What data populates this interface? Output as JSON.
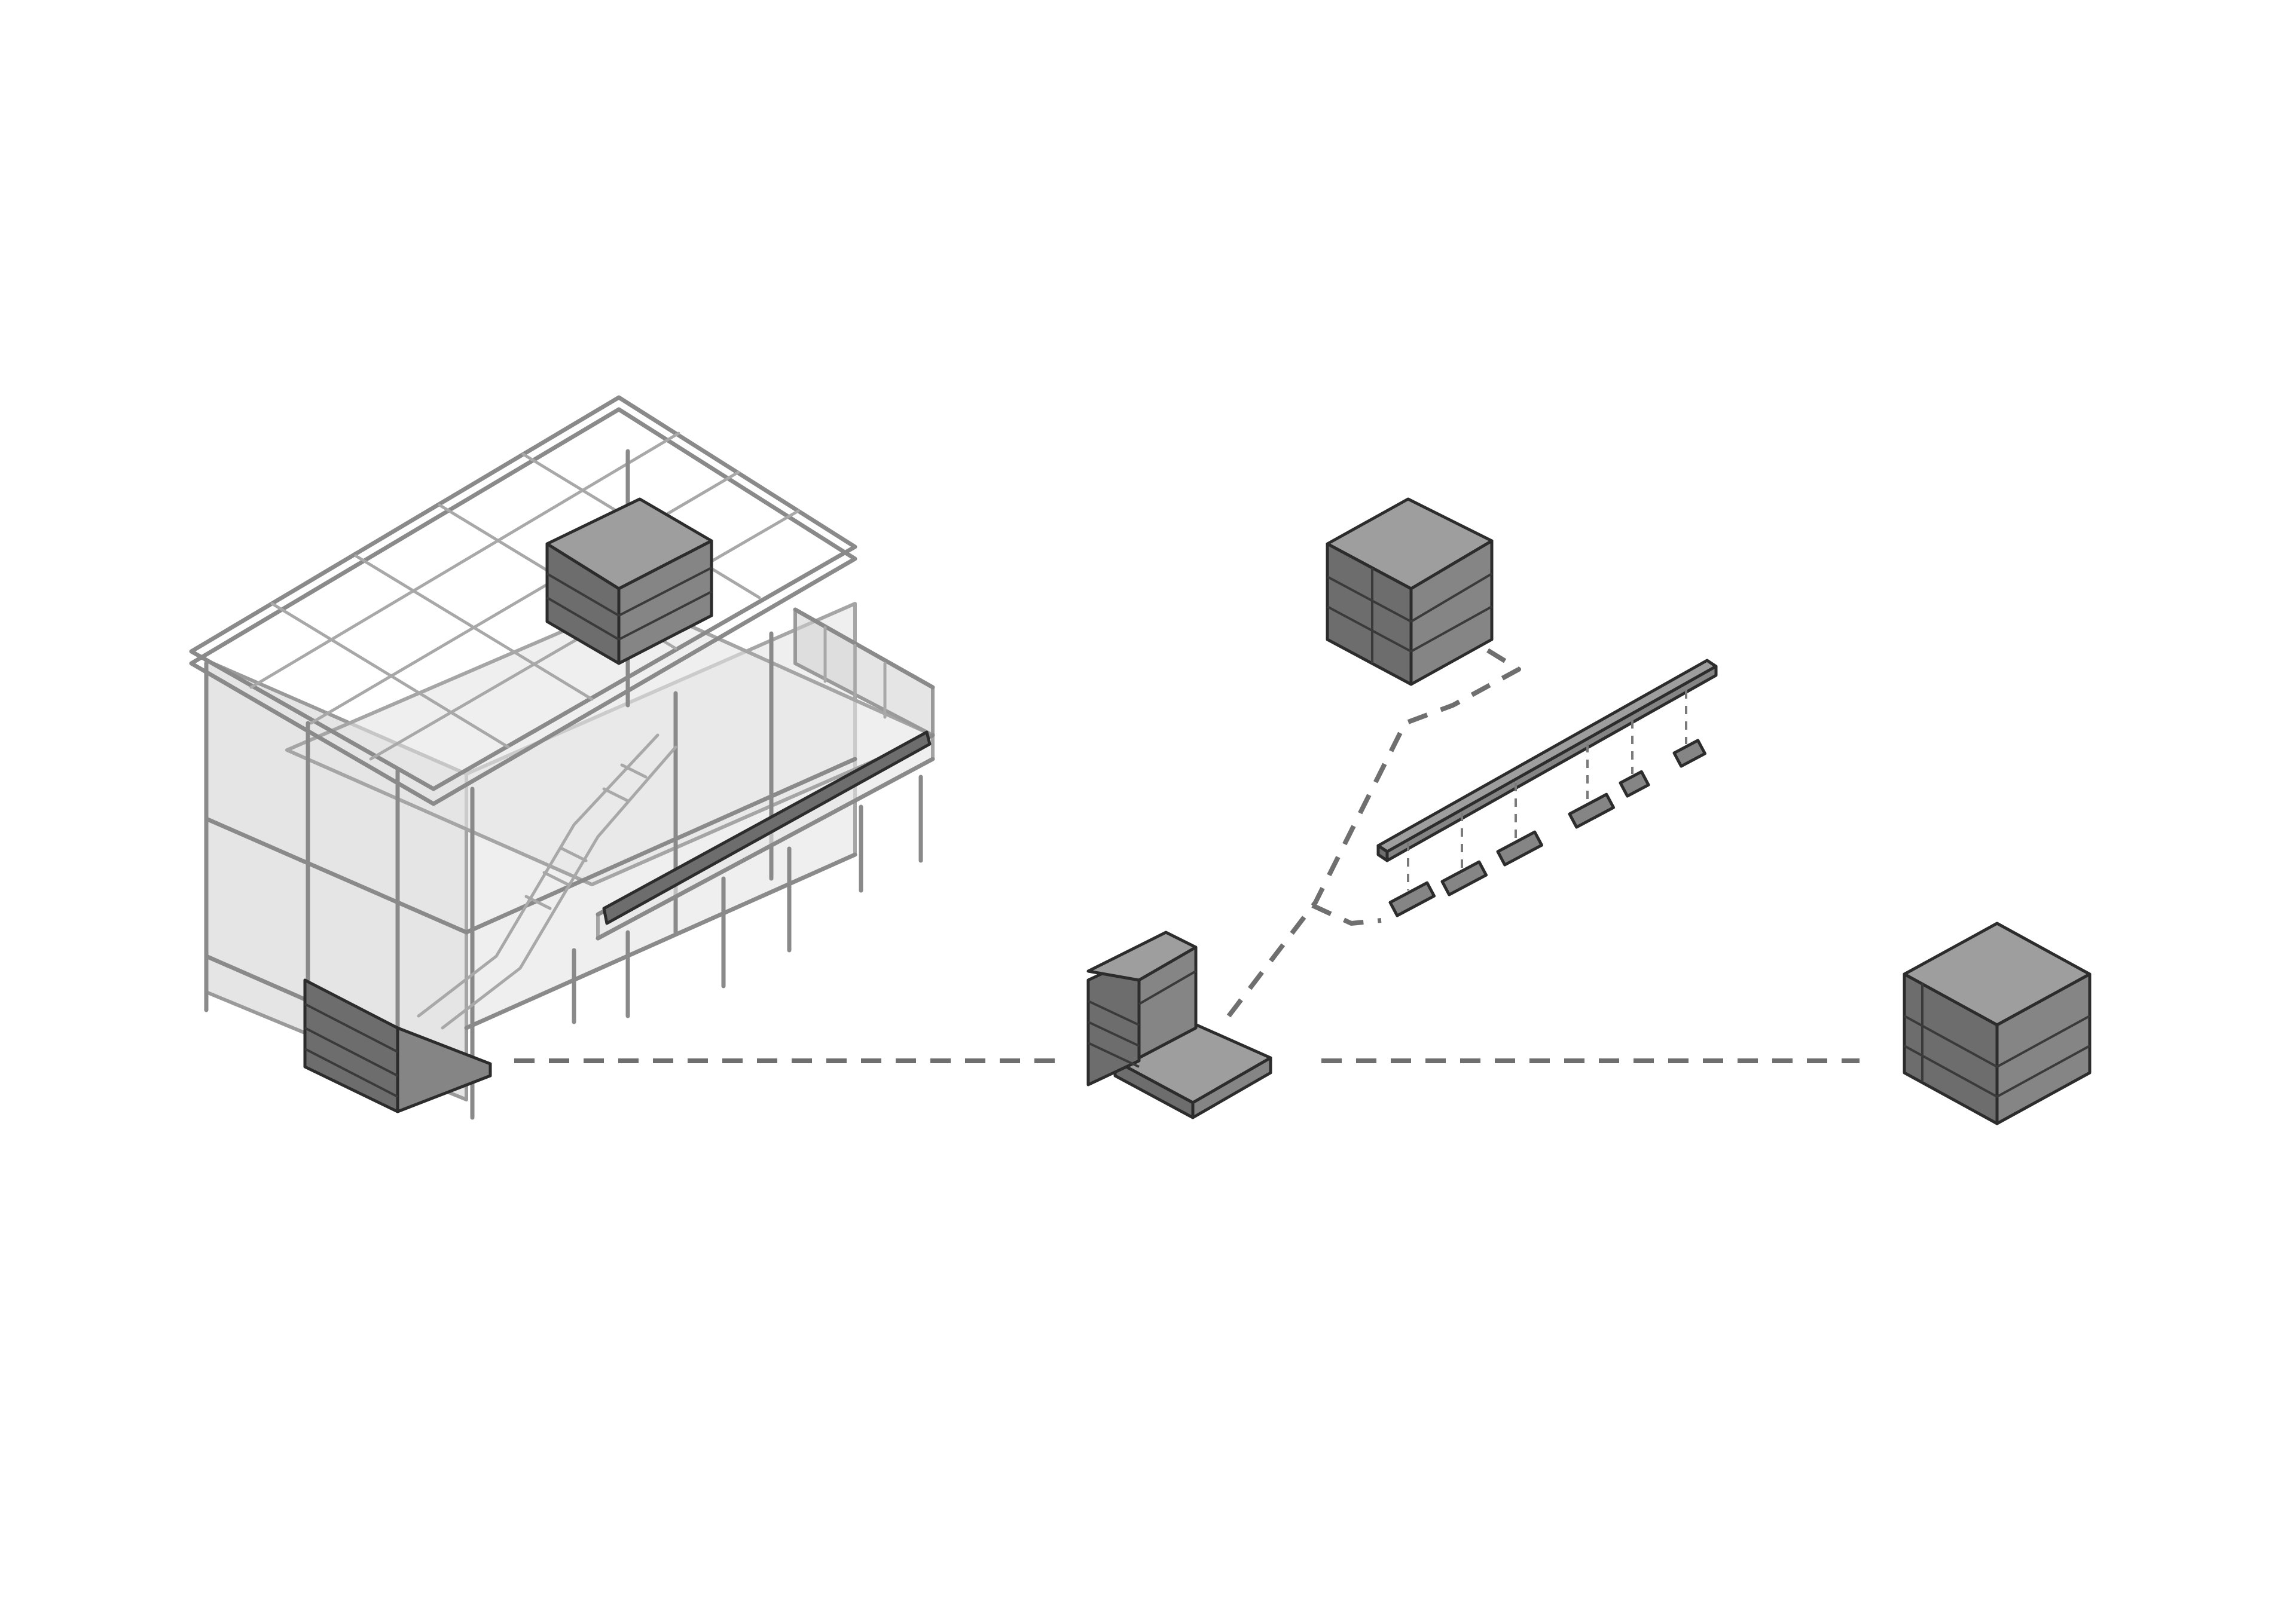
{
  "diagram": {
    "colors": {
      "background": "#ffffff",
      "frame": "#8a8a8a",
      "solid_dark": "#6d6d6d",
      "solid_mid": "#858585",
      "solid_light": "#9e9e9e",
      "connector": "#6f6f6f"
    },
    "components": [
      {
        "id": "pavilion",
        "kind": "transparent-frame-building"
      },
      {
        "id": "stair-core",
        "kind": "solid-wall-and-floor"
      },
      {
        "id": "upper-box",
        "kind": "solid-cube"
      },
      {
        "id": "beam-and-blocks",
        "kind": "beam-with-supports"
      },
      {
        "id": "right-box",
        "kind": "solid-cube"
      }
    ],
    "connections": [
      {
        "from": "pavilion",
        "to": "stair-core",
        "style": "dashed"
      },
      {
        "from": "stair-core",
        "to": "right-box",
        "style": "dashed"
      },
      {
        "from": "stair-core",
        "to": "upper-box",
        "style": "dashed"
      },
      {
        "from": "stair-core",
        "to": "beam-and-blocks",
        "style": "dashed"
      }
    ]
  }
}
